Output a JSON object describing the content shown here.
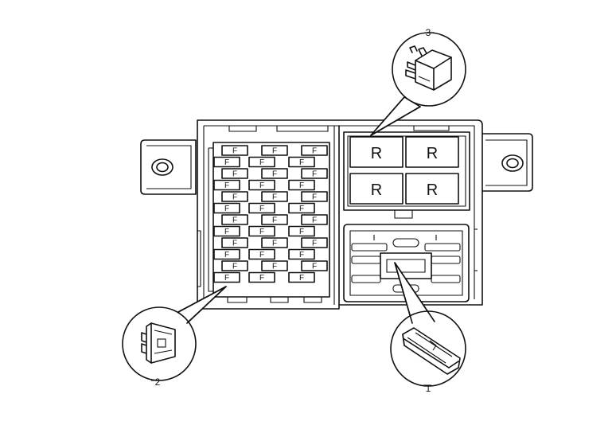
{
  "fuse_label": "F",
  "relay_label": "R",
  "callouts": [
    "1",
    "2",
    "3"
  ]
}
